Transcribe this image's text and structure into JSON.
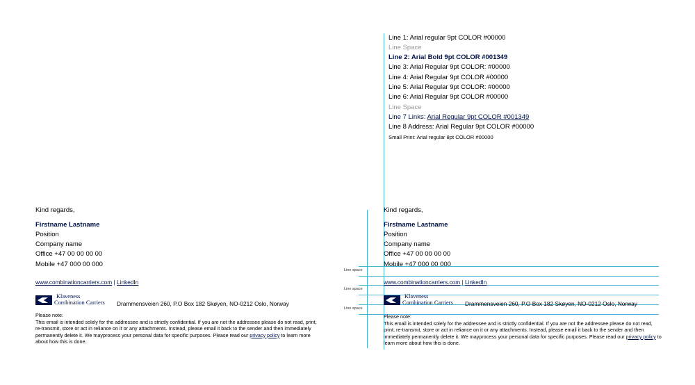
{
  "spec": {
    "line1": "Line 1: Arial regular 9pt COLOR #00000",
    "space1": "Line Space",
    "line2": "Line 2: Arial Bold 9pt COLOR #001349",
    "line3": "Line 3: Arial Regular 9pt COLOR: #00000",
    "line4": "Line 4: Arial Regular 9pt COLOR  #00000",
    "line5": "Line 5: Arial Regular 9pt COLOR: #00000",
    "line6": "Line 6: Arial Regular 9pt COLOR  #00000",
    "space2": "Line Space",
    "line7_prefix": "Line 7 Links: ",
    "line7_link": "Arial Regular 9pt COLOR  #001349",
    "line8": "Line 8 Address: Arial Regular 9pt COLOR  #00000",
    "small_print": "Small Print: Arial regular 8pt COLOR #00000"
  },
  "signature": {
    "greeting": "Kind regards,",
    "name": "Firstname Lastname",
    "position": "Position",
    "company": "Company name",
    "office": "Office +47 00 00 00 00",
    "mobile": "Mobile +47 000 00 000",
    "website": "www.combinationcarriers.com",
    "separator": "|",
    "linkedin": "LinkedIn",
    "logo_line1": "Klaveness",
    "logo_line2": "Combination Carriers",
    "address": "Drammensveien 260, P.O Box 182 Skøyen, NO-0212 Oslo, Norway",
    "note_title": "Please note:",
    "note_body": "This email is intended solely for the addressee and is strictly confidential. If you are not the addressee please do not read, print, re-transmit, store or act in reliance on it or any attachments. Instead, please email it back to the sender and then immediately permanently delete it. We mayprocess your personal data for specific purposes. Please read our ",
    "privacy_link": "privacy policy",
    "note_end": " to learn more about how this is done."
  },
  "guides": {
    "line_space_1": "Line space",
    "line_space_2": "Line space",
    "line_space_3": "Line space"
  },
  "colors": {
    "navy": "#001349",
    "guide": "#49b6d6",
    "text": "#000000"
  }
}
